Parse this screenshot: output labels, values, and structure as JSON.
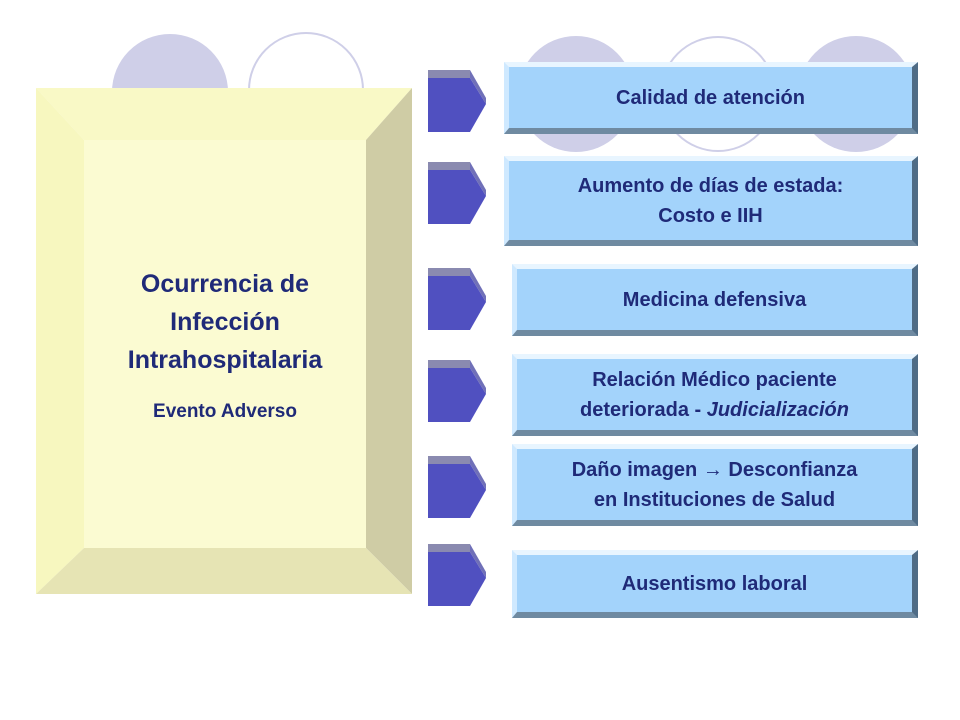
{
  "main": {
    "title": "Ocurrencia de\nInfección\nIntrahospitalaria",
    "subtitle": "Evento Adverso"
  },
  "effects": [
    {
      "text": "Calidad de atención"
    },
    {
      "line1": "Aumento de días de estada:",
      "line2": "Costo e IIH"
    },
    {
      "text": "Medicina defensiva"
    },
    {
      "line1": "Relación Médico paciente",
      "line2_plain": "deteriorada - ",
      "line2_italic": "Judicialización"
    },
    {
      "line1_a": "Daño imagen ",
      "arrow_glyph": "→",
      "line1_b": " Desconfianza",
      "line2": "en Instituciones de Salud"
    },
    {
      "text": "Ausentismo laboral"
    }
  ],
  "colors": {
    "main_face": "#fbfbd2",
    "main_bevel_light": "#f7f7bf",
    "main_bevel_dark": "#cfcca5",
    "effect_fill": "#a3d3fb",
    "arrow_body": "#5050c0",
    "arrow_top": "#8a8ab0",
    "text": "#1f2a78",
    "deco_circle": "#cfcfe8"
  }
}
